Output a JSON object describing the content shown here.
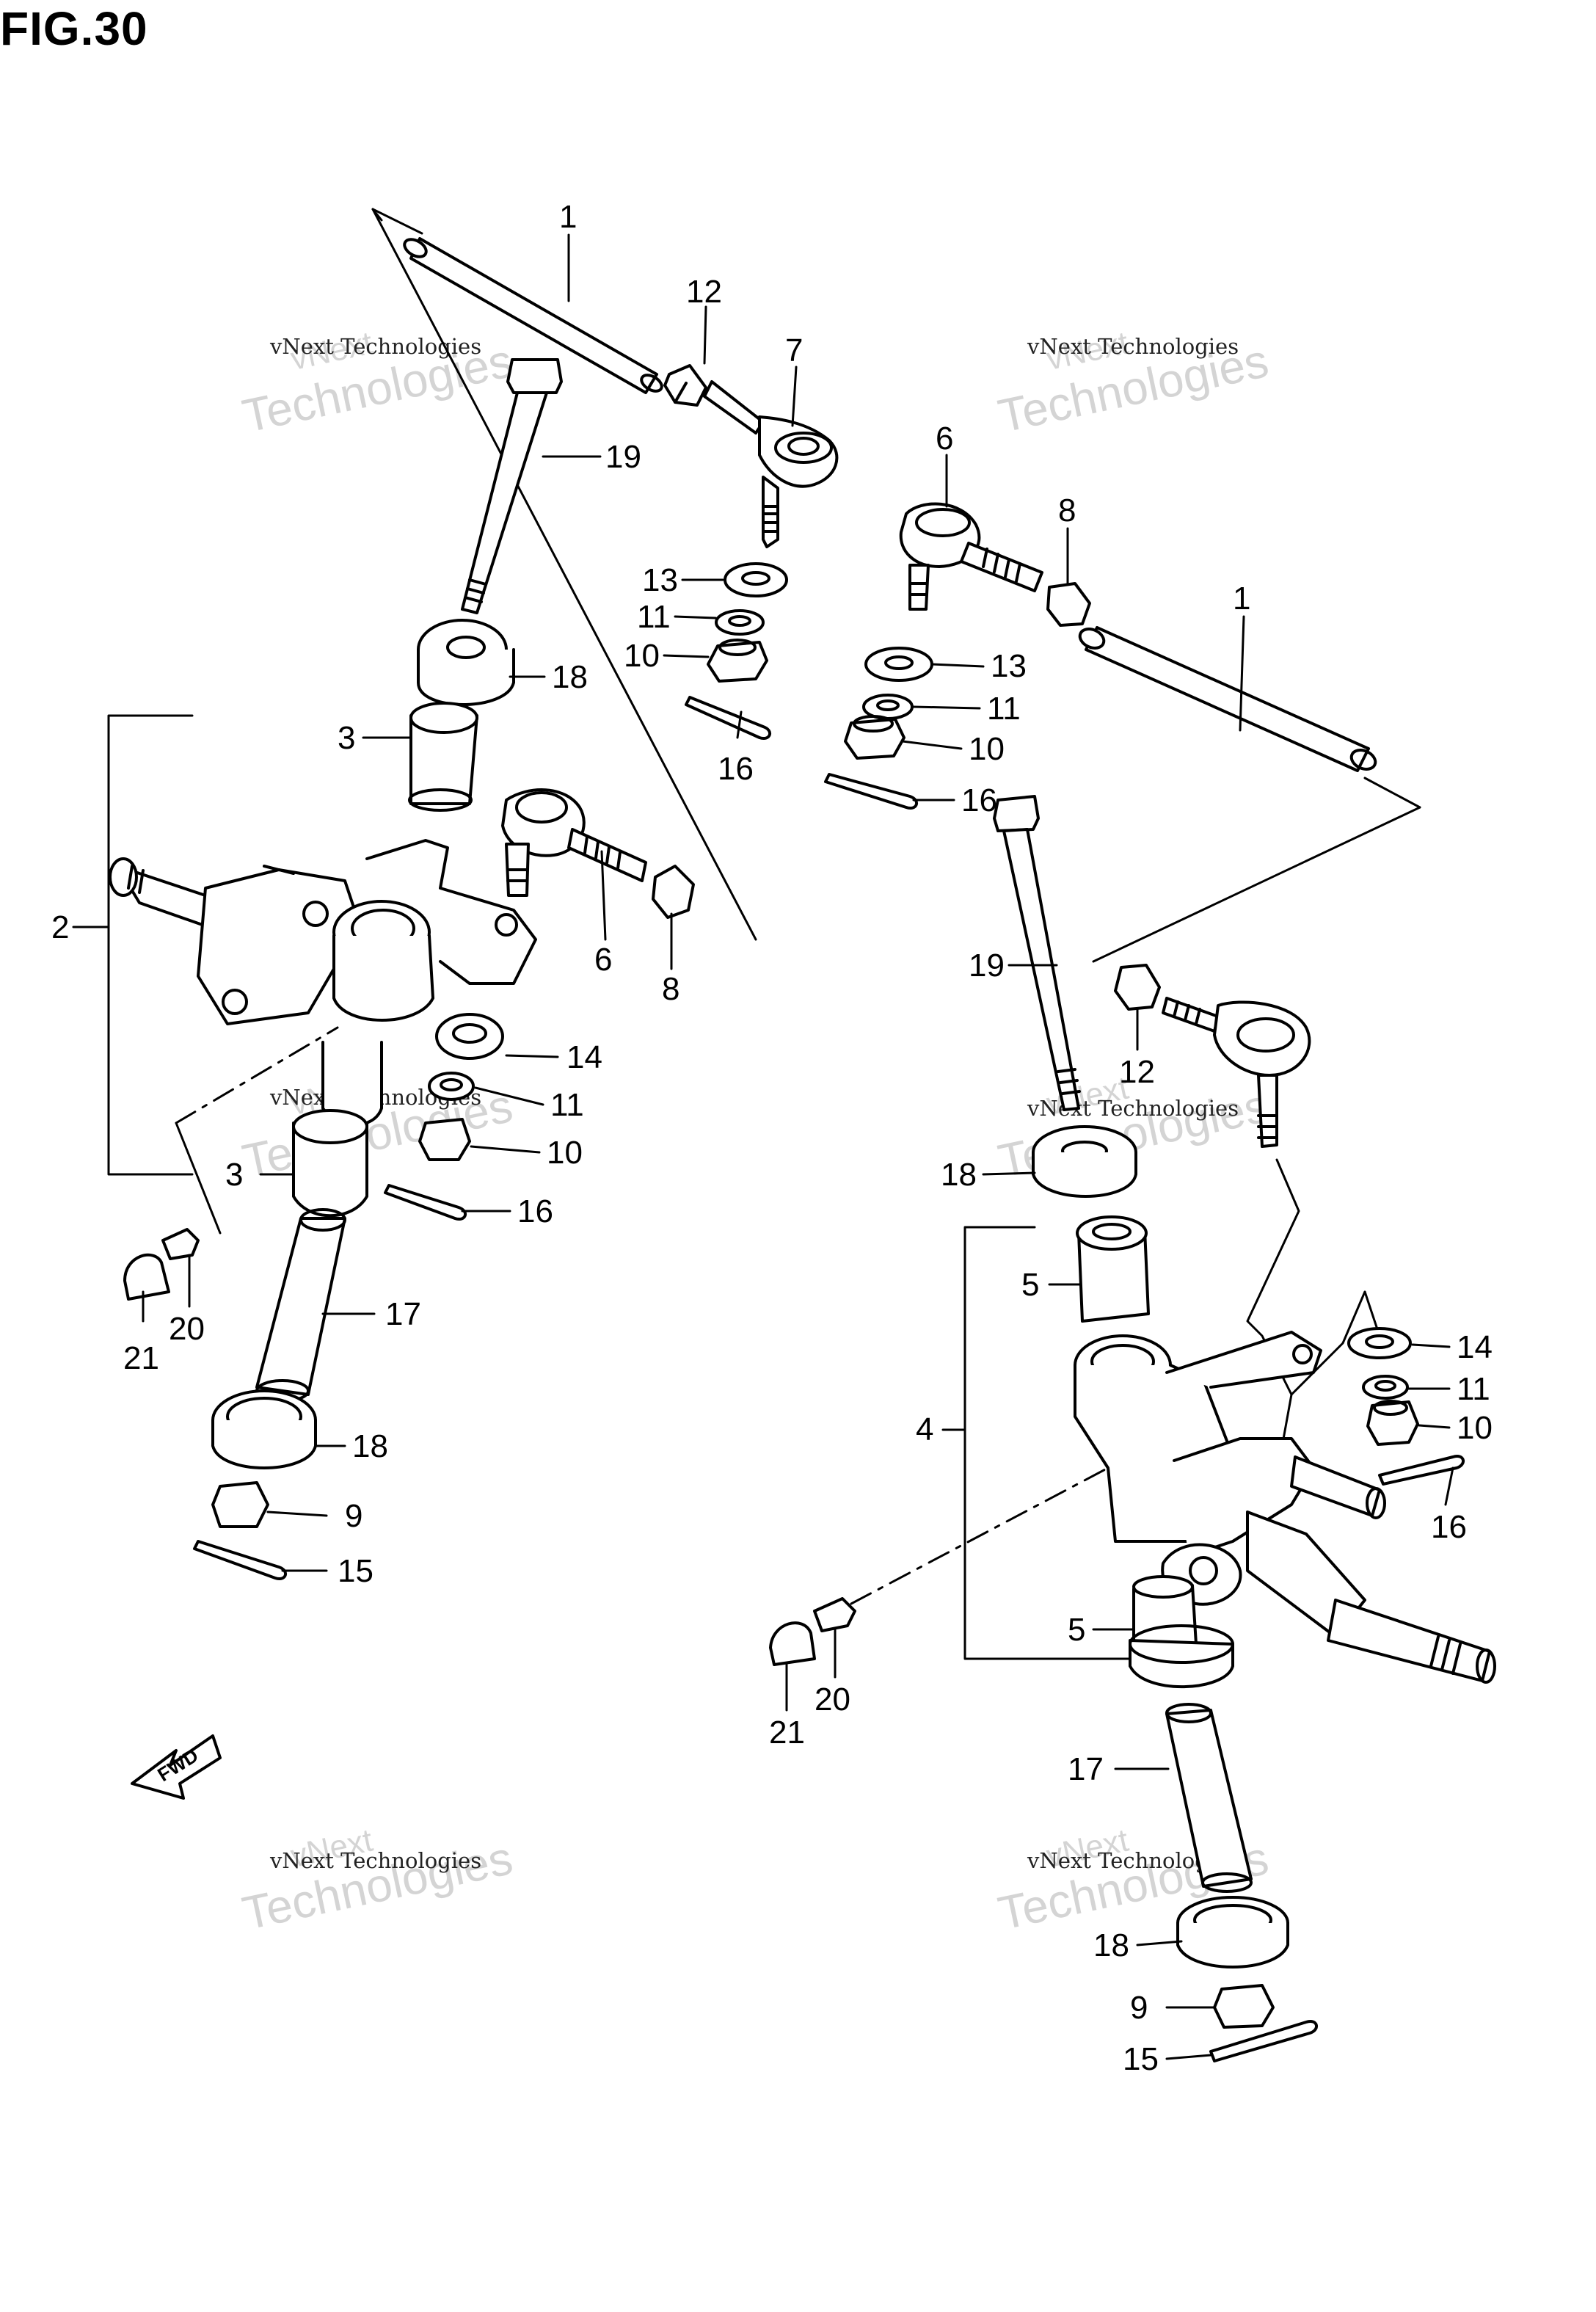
{
  "figure": {
    "title": "FIG.30"
  },
  "watermark": {
    "brand": "vNext",
    "big": "Technologies",
    "small": "vNext Technologies"
  },
  "fwd_label": "FWD",
  "callouts": [
    {
      "num": "1"
    },
    {
      "num": "12"
    },
    {
      "num": "7"
    },
    {
      "num": "19"
    },
    {
      "num": "13"
    },
    {
      "num": "11"
    },
    {
      "num": "10"
    },
    {
      "num": "16"
    },
    {
      "num": "18"
    },
    {
      "num": "3"
    },
    {
      "num": "2"
    },
    {
      "num": "6"
    },
    {
      "num": "8"
    },
    {
      "num": "14"
    },
    {
      "num": "11"
    },
    {
      "num": "10"
    },
    {
      "num": "3"
    },
    {
      "num": "16"
    },
    {
      "num": "17"
    },
    {
      "num": "20"
    },
    {
      "num": "21"
    },
    {
      "num": "18"
    },
    {
      "num": "9"
    },
    {
      "num": "15"
    },
    {
      "num": "6"
    },
    {
      "num": "8"
    },
    {
      "num": "1"
    },
    {
      "num": "13"
    },
    {
      "num": "11"
    },
    {
      "num": "10"
    },
    {
      "num": "16"
    },
    {
      "num": "19"
    },
    {
      "num": "12"
    },
    {
      "num": "18"
    },
    {
      "num": "5"
    },
    {
      "num": "14"
    },
    {
      "num": "11"
    },
    {
      "num": "10"
    },
    {
      "num": "4"
    },
    {
      "num": "16"
    },
    {
      "num": "5"
    },
    {
      "num": "20"
    },
    {
      "num": "21"
    },
    {
      "num": "17"
    },
    {
      "num": "18"
    },
    {
      "num": "9"
    },
    {
      "num": "15"
    }
  ],
  "colors": {
    "line": "#000000",
    "background": "#ffffff",
    "watermark": "#d4d4d4"
  }
}
